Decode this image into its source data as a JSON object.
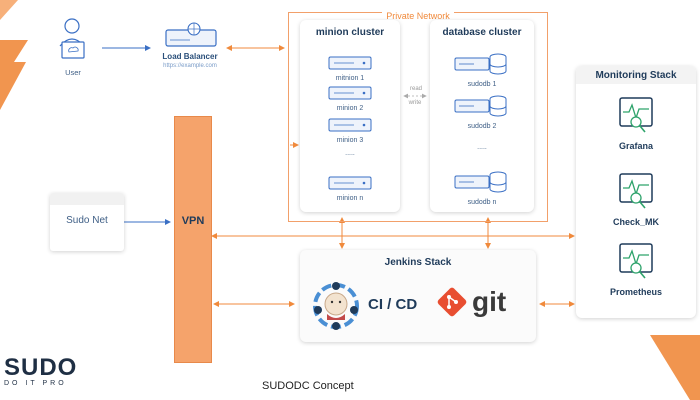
{
  "user": {
    "label": "User"
  },
  "load_balancer": {
    "label": "Load Balancer",
    "url": "https://example.com"
  },
  "private_network": {
    "label": "Private Network"
  },
  "minion_cluster": {
    "title": "minion cluster",
    "nodes": [
      "mitnion 1",
      "minion 2",
      "minion 3",
      ".....",
      "minion n"
    ]
  },
  "database_cluster": {
    "title": "database cluster",
    "nodes": [
      "sudodb 1",
      "sudodb 2",
      ".....",
      "sudodb n"
    ]
  },
  "read_write": {
    "read": "read",
    "write": "write"
  },
  "sudo_net": {
    "label": "Sudo Net"
  },
  "vpn": {
    "label": "VPN"
  },
  "jenkins": {
    "title": "Jenkins Stack",
    "cicd": "CI / CD",
    "git": "git"
  },
  "monitoring": {
    "title": "Monitoring Stack",
    "tools": [
      "Grafana",
      "Check_MK",
      "Prometheus"
    ]
  },
  "logo": {
    "name": "SUDO",
    "tagline": "DO IT PRO"
  },
  "caption": "SUDODC Concept",
  "colors": {
    "orange": "#f08a3c",
    "blue": "#3a6fc4",
    "navy": "#1f3b5a",
    "git_red": "#e84e31"
  }
}
